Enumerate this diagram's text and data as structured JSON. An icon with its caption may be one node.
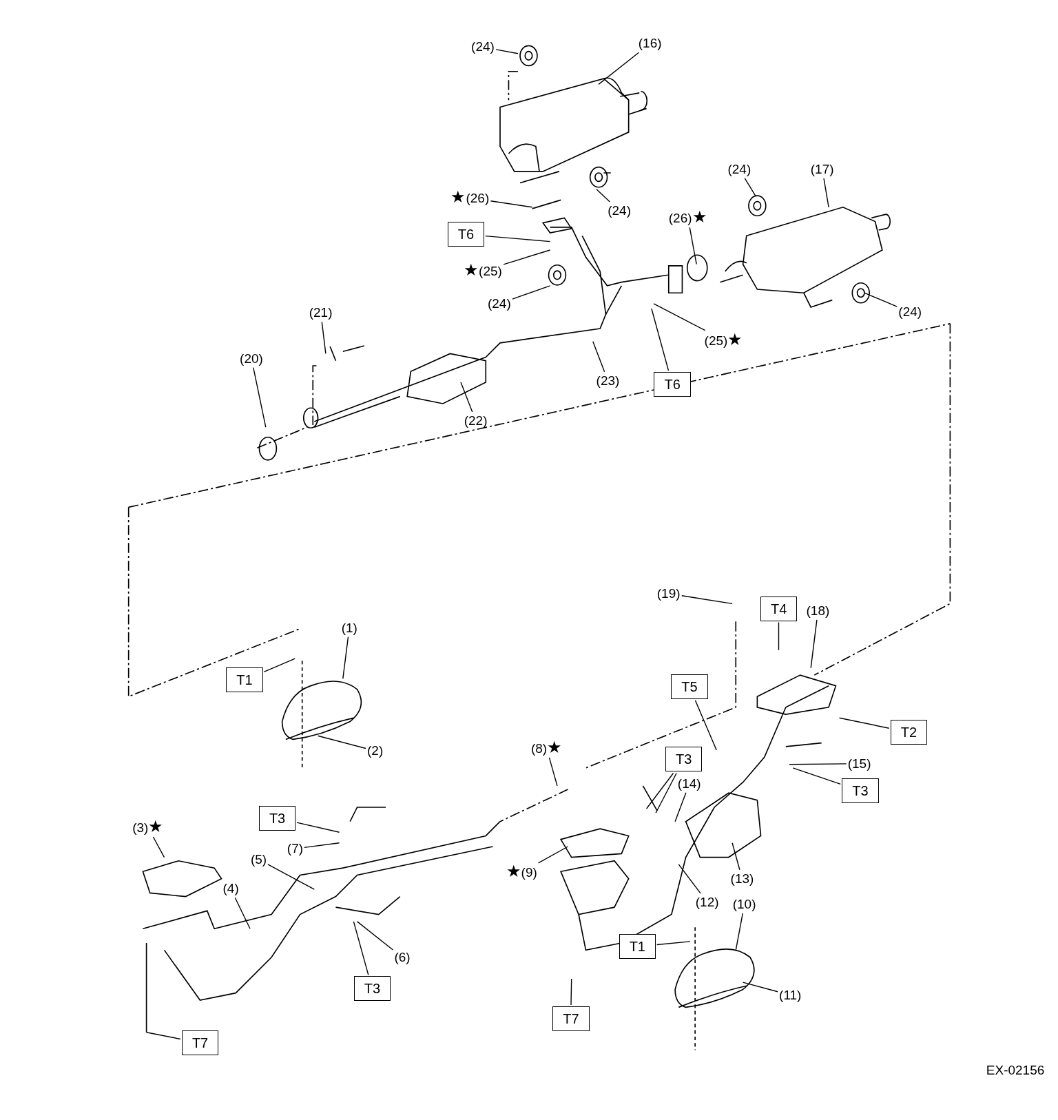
{
  "diagram": {
    "nodes": [
      {
        "text": [
          "(24)"
        ]
      },
      {
        "text": [
          "(16)"
        ]
      },
      {
        "text": [
          "(26)"
        ],
        "beside": [
          "★"
        ]
      },
      {
        "text": [
          "T6"
        ]
      },
      {
        "text": [
          "(25)"
        ],
        "beside": [
          "★"
        ]
      },
      {
        "text": [
          "(24)"
        ]
      },
      {
        "text": [
          "(24)"
        ]
      },
      {
        "text": [
          "(26)"
        ],
        "beside": [
          "★"
        ]
      },
      {
        "text": [
          "(24)"
        ]
      },
      {
        "text": [
          "(17)"
        ]
      },
      {
        "text": [
          "(25)"
        ],
        "beside": [
          "★"
        ]
      },
      {
        "text": [
          "T6"
        ]
      },
      {
        "text": [
          "(24)"
        ]
      },
      {
        "text": [
          "(23)"
        ]
      },
      {
        "text": [
          "(22)"
        ]
      },
      {
        "text": [
          "(21)"
        ]
      },
      {
        "text": [
          "(20)"
        ]
      },
      {
        "text": [
          "(1)"
        ]
      },
      {
        "text": [
          "T1"
        ]
      },
      {
        "text": [
          "(2)"
        ]
      },
      {
        "text": [
          "(19)"
        ]
      },
      {
        "text": [
          "T4"
        ]
      },
      {
        "text": [
          "(18)"
        ]
      },
      {
        "text": [
          "T5"
        ]
      },
      {
        "text": [
          "T2"
        ]
      },
      {
        "text": [
          "(8)"
        ],
        "beside": [
          "★"
        ]
      },
      {
        "text": [
          "T3"
        ]
      },
      {
        "text": [
          "(14)"
        ]
      },
      {
        "text": [
          "(15)"
        ]
      },
      {
        "text": [
          "T3"
        ]
      },
      {
        "text": [
          "T3"
        ]
      },
      {
        "text": [
          "(7)"
        ]
      },
      {
        "text": [
          "(3)"
        ],
        "beside": [
          "★"
        ]
      },
      {
        "text": [
          "(5)"
        ]
      },
      {
        "text": [
          "(4)"
        ]
      },
      {
        "text": [
          "(9)"
        ],
        "beside": [
          "★"
        ]
      },
      {
        "text": [
          "(12)"
        ]
      },
      {
        "text": [
          "(13)"
        ]
      },
      {
        "text": [
          "(10)"
        ]
      },
      {
        "text": [
          "T1"
        ]
      },
      {
        "text": [
          "(6)"
        ]
      },
      {
        "text": [
          "T3"
        ]
      },
      {
        "text": [
          "(11)"
        ]
      },
      {
        "text": [
          "T7"
        ]
      },
      {
        "text": [
          "T7"
        ]
      }
    ],
    "edges": [
      {
        "from": 0,
        "to": null,
        "arrow": "none"
      },
      {
        "from": 1,
        "to": null,
        "arrow": "none"
      },
      {
        "from": 2,
        "to": null,
        "arrow": "none"
      },
      {
        "from": 3,
        "to": null,
        "arrow": "none"
      },
      {
        "from": 4,
        "to": null,
        "arrow": "none"
      },
      {
        "from": 5,
        "to": null,
        "arrow": "none"
      },
      {
        "from": 6,
        "to": null,
        "arrow": "none"
      },
      {
        "from": 7,
        "to": null,
        "arrow": "none"
      },
      {
        "from": 8,
        "to": null,
        "arrow": "none"
      },
      {
        "from": 9,
        "to": null,
        "arrow": "none"
      },
      {
        "from": 10,
        "to": null,
        "arrow": "none"
      },
      {
        "from": 11,
        "to": null,
        "arrow": "none"
      },
      {
        "from": 12,
        "to": null,
        "arrow": "none"
      },
      {
        "from": 13,
        "to": null,
        "arrow": "none"
      },
      {
        "from": 14,
        "to": null,
        "arrow": "none"
      },
      {
        "from": 15,
        "to": null,
        "arrow": "none"
      },
      {
        "from": 16,
        "to": null,
        "arrow": "none"
      },
      {
        "from": 17,
        "to": null,
        "arrow": "none"
      },
      {
        "from": 18,
        "to": null,
        "arrow": "none"
      },
      {
        "from": 19,
        "to": null,
        "arrow": "none"
      },
      {
        "from": 20,
        "to": null,
        "arrow": "none"
      },
      {
        "from": 21,
        "to": null,
        "arrow": "none"
      },
      {
        "from": 22,
        "to": null,
        "arrow": "none"
      },
      {
        "from": 23,
        "to": null,
        "arrow": "none"
      },
      {
        "from": 24,
        "to": null,
        "arrow": "none"
      },
      {
        "from": 25,
        "to": null,
        "arrow": "none"
      },
      {
        "from": 26,
        "to": null,
        "arrow": "none"
      },
      {
        "from": 26,
        "to": null,
        "arrow": "none"
      },
      {
        "from": 27,
        "to": null,
        "arrow": "none"
      },
      {
        "from": 28,
        "to": null,
        "arrow": "none"
      },
      {
        "from": 29,
        "to": null,
        "arrow": "none"
      },
      {
        "from": 30,
        "to": null,
        "arrow": "none"
      },
      {
        "from": 31,
        "to": null,
        "arrow": "none"
      },
      {
        "from": 32,
        "to": null,
        "arrow": "none"
      },
      {
        "from": 33,
        "to": null,
        "arrow": "none"
      },
      {
        "from": 34,
        "to": null,
        "arrow": "none"
      },
      {
        "from": 35,
        "to": null,
        "arrow": "none"
      },
      {
        "from": 36,
        "to": null,
        "arrow": "none"
      },
      {
        "from": 37,
        "to": null,
        "arrow": "none"
      },
      {
        "from": 38,
        "to": null,
        "arrow": "none"
      },
      {
        "from": 39,
        "to": null,
        "arrow": "none"
      },
      {
        "from": 40,
        "to": null,
        "arrow": "none"
      },
      {
        "from": 41,
        "to": null,
        "arrow": "none"
      },
      {
        "from": 42,
        "to": null,
        "arrow": "none"
      },
      {
        "from": 43,
        "to": null,
        "arrow": "none"
      },
      {
        "from": 44,
        "to": null,
        "arrow": "none"
      }
    ],
    "labels": [
      "EX-02156"
    ]
  }
}
